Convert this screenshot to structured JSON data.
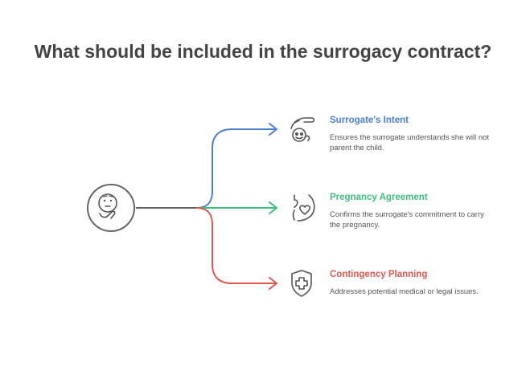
{
  "title": "What should be included in the surrogacy contract?",
  "hub": {
    "icon": "thinking-face-icon"
  },
  "branches": [
    {
      "title": "Surrogate's Intent",
      "description": "Ensures the surrogate understands she will not parent the child.",
      "color": "#4a7fd4",
      "icon": "hand-coins-icon"
    },
    {
      "title": "Pregnancy Agreement",
      "description": "Confirms the surrogate's commitment to carry the pregnancy.",
      "color": "#3fbf7f",
      "icon": "pregnant-belly-heart-icon"
    },
    {
      "title": "Contingency Planning",
      "description": "Addresses potential medical or legal issues.",
      "color": "#e0574f",
      "icon": "shield-medical-cross-icon"
    }
  ]
}
